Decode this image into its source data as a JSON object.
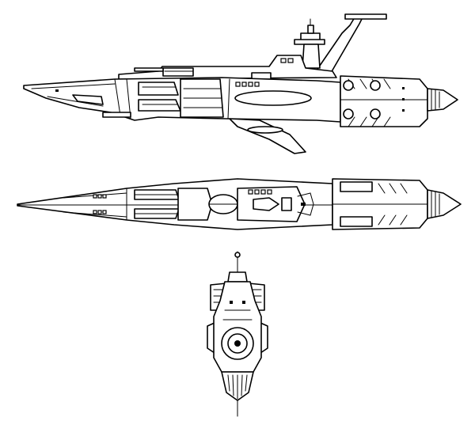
{
  "drawing": {
    "subject": "",
    "views": [
      {
        "key": "side",
        "label": ""
      },
      {
        "key": "top",
        "label": ""
      },
      {
        "key": "front",
        "label": ""
      }
    ],
    "colors": {
      "line": "#000000",
      "paper": "#ffffff"
    }
  }
}
